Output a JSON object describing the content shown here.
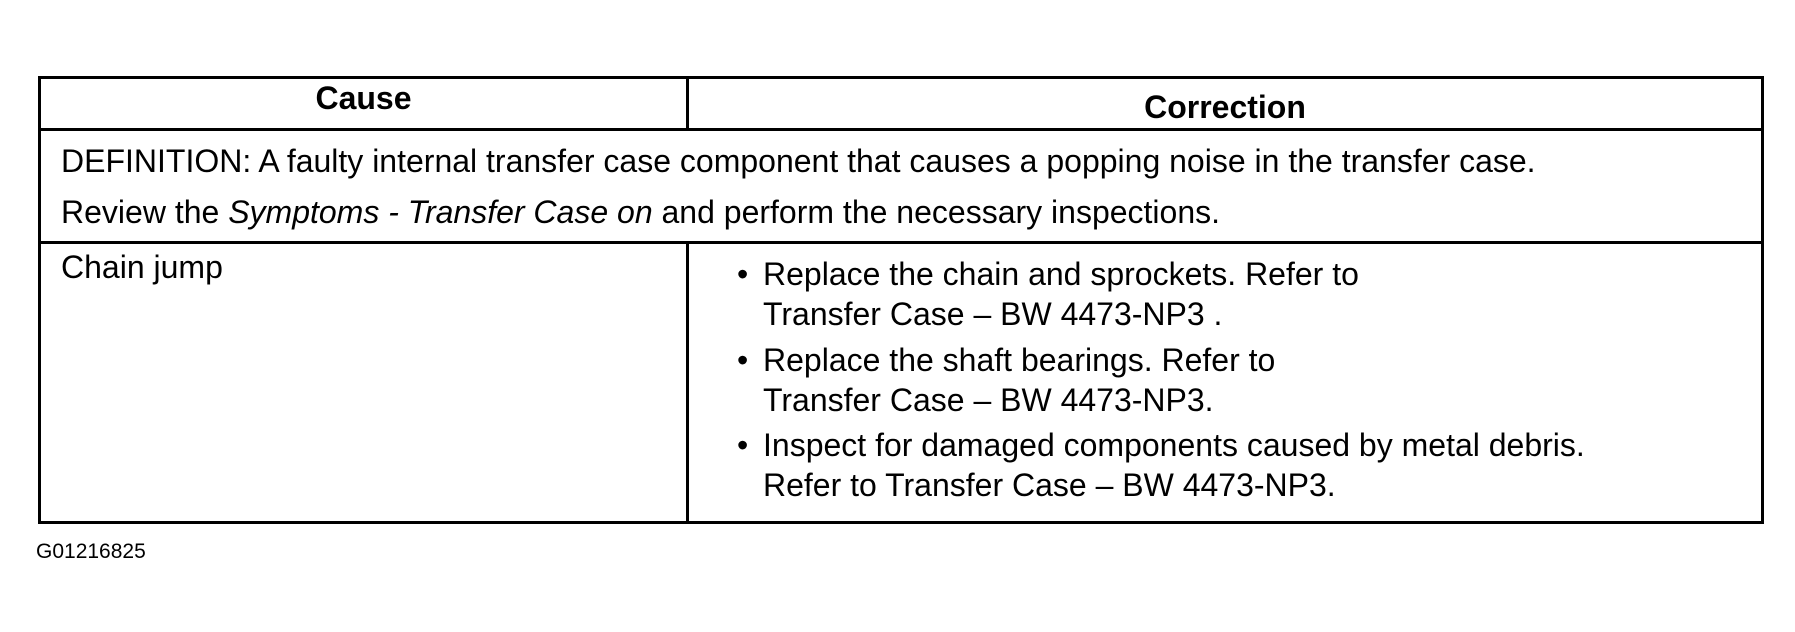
{
  "table": {
    "header": {
      "cause": "Cause",
      "correction": "Correction"
    },
    "definition": {
      "line1": "DEFINITION: A faulty internal transfer case component that causes a popping noise in the transfer case.",
      "line2_prefix": "Review the ",
      "line2_italic": "Symptoms - Transfer Case on",
      "line2_suffix": " and perform the necessary inspections."
    },
    "rows": [
      {
        "cause": "Chain jump",
        "corrections": [
          {
            "line1": "Replace the chain and sprockets. Refer to",
            "line2": "Transfer Case – BW 4473-NP3 ."
          },
          {
            "line1": "Replace the shaft bearings. Refer to",
            "line2": "Transfer Case – BW 4473-NP3."
          },
          {
            "line1": "Inspect for damaged components caused by metal debris.",
            "line2": "Refer to Transfer Case – BW 4473-NP3."
          }
        ]
      }
    ]
  },
  "figure_id": "G01216825",
  "bullet_glyph": "•"
}
